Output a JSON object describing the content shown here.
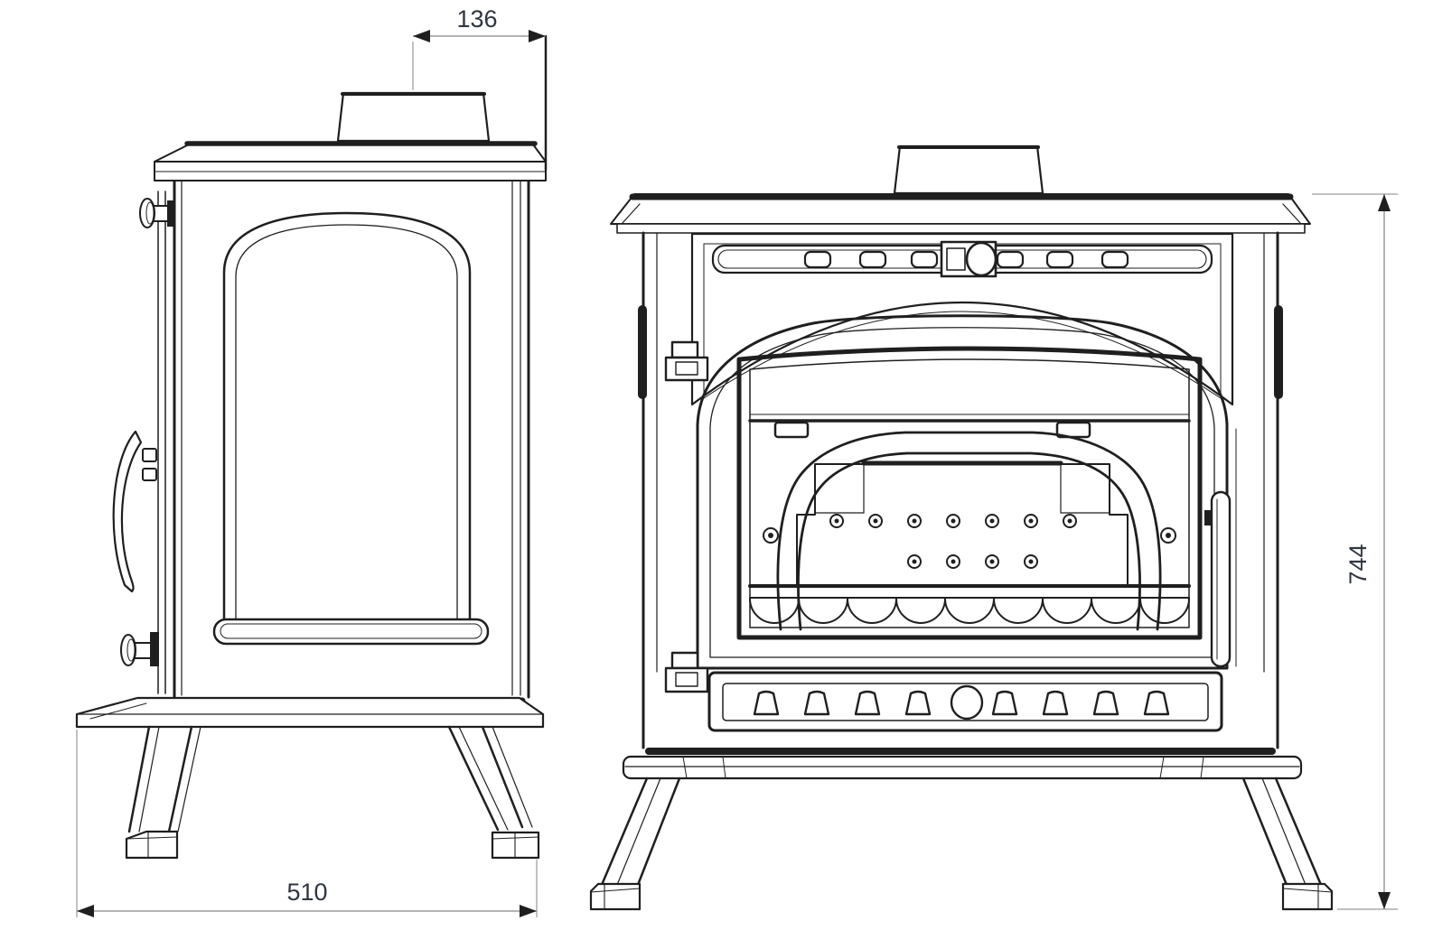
{
  "drawing": {
    "dimensions": {
      "flue_to_back": "136",
      "depth": "510",
      "height": "744"
    },
    "colors": {
      "line": "#1f1f1f",
      "dimension_line": "#9a9a9a",
      "dimension_text": "#2f3640",
      "background": "#ffffff"
    }
  }
}
